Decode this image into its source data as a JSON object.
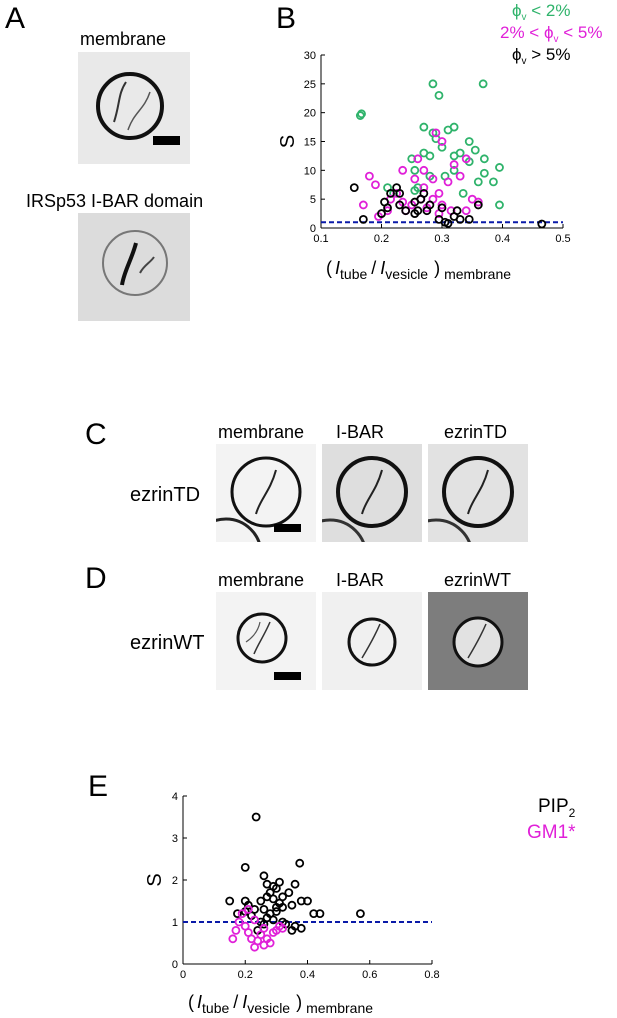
{
  "panel_letters": {
    "a": "A",
    "b": "B",
    "c": "C",
    "d": "D",
    "e": "E"
  },
  "panel_a": {
    "membrane_label": "membrane",
    "protein_label": "IRSp53 I-BAR domain"
  },
  "panel_c": {
    "row_label": "ezrinTD",
    "col1": "membrane",
    "col2": "I-BAR",
    "col3": "ezrinTD"
  },
  "panel_d": {
    "row_label": "ezrinWT",
    "col1": "membrane",
    "col2": "I-BAR",
    "col3": "ezrinWT"
  },
  "colors": {
    "green": "#2fb36b",
    "magenta": "#e020d8",
    "black": "#000000",
    "reference_line": "#0a1aa8"
  },
  "chart_data": [
    {
      "type": "scatter",
      "ylabel": "S",
      "xlabel_text": {
        "open": "(",
        "i1": "I",
        "sub1": "tube",
        "slash": "/",
        "i2": "I",
        "sub2": "vesicle",
        "close": ")",
        "suffix": "membrane"
      },
      "xlim": [
        0.1,
        0.5
      ],
      "ylim": [
        0,
        30
      ],
      "xticks": [
        "0.1",
        "0.2",
        "0.3",
        "0.4",
        "0.5"
      ],
      "yticks": [
        "0",
        "5",
        "10",
        "15",
        "20",
        "25",
        "30"
      ],
      "reference_line_y": 1,
      "legend": [
        {
          "phi": "ϕ",
          "sub": "v",
          "text": " < 2%",
          "color": "#2fb36b"
        },
        {
          "pre": "2% < ",
          "phi": "ϕ",
          "sub": "v",
          "text": " < 5%",
          "color": "#e020d8"
        },
        {
          "phi": "ϕ",
          "sub": "v",
          "text": " > 5%",
          "color": "#000000"
        }
      ],
      "series": [
        {
          "color": "#2fb36b",
          "points": [
            [
              0.165,
              19.5
            ],
            [
              0.167,
              19.8
            ],
            [
              0.285,
              25
            ],
            [
              0.295,
              23
            ],
            [
              0.368,
              25
            ],
            [
              0.27,
              17.5
            ],
            [
              0.285,
              16.5
            ],
            [
              0.31,
              17
            ],
            [
              0.32,
              17.5
            ],
            [
              0.29,
              15.5
            ],
            [
              0.27,
              13
            ],
            [
              0.3,
              14
            ],
            [
              0.28,
              12.5
            ],
            [
              0.32,
              12.5
            ],
            [
              0.33,
              13
            ],
            [
              0.345,
              15
            ],
            [
              0.355,
              13.5
            ],
            [
              0.345,
              11.5
            ],
            [
              0.37,
              12
            ],
            [
              0.37,
              9.5
            ],
            [
              0.385,
              8
            ],
            [
              0.395,
              10.5
            ],
            [
              0.395,
              4
            ],
            [
              0.36,
              8
            ],
            [
              0.32,
              10
            ],
            [
              0.305,
              9
            ],
            [
              0.335,
              6
            ],
            [
              0.25,
              12
            ],
            [
              0.255,
              10
            ],
            [
              0.28,
              9
            ],
            [
              0.26,
              7
            ],
            [
              0.21,
              7
            ],
            [
              0.22,
              6
            ],
            [
              0.255,
              6.5
            ]
          ]
        },
        {
          "color": "#e020d8",
          "points": [
            [
              0.29,
              16.5
            ],
            [
              0.3,
              15
            ],
            [
              0.32,
              11
            ],
            [
              0.34,
              12
            ],
            [
              0.26,
              12
            ],
            [
              0.27,
              10
            ],
            [
              0.235,
              10
            ],
            [
              0.255,
              8.5
            ],
            [
              0.285,
              8.5
            ],
            [
              0.31,
              8
            ],
            [
              0.33,
              9
            ],
            [
              0.27,
              7
            ],
            [
              0.295,
              6
            ],
            [
              0.285,
              5
            ],
            [
              0.3,
              4
            ],
            [
              0.315,
              3
            ],
            [
              0.18,
              9
            ],
            [
              0.19,
              7.5
            ],
            [
              0.17,
              4
            ],
            [
              0.195,
              2
            ],
            [
              0.21,
              3
            ],
            [
              0.215,
              5
            ],
            [
              0.225,
              6
            ],
            [
              0.235,
              4.5
            ],
            [
              0.24,
              3
            ],
            [
              0.25,
              4
            ],
            [
              0.265,
              5
            ],
            [
              0.275,
              3.5
            ],
            [
              0.295,
              2.5
            ],
            [
              0.35,
              5
            ],
            [
              0.36,
              4.5
            ],
            [
              0.34,
              3
            ]
          ]
        },
        {
          "color": "#000000",
          "points": [
            [
              0.155,
              7
            ],
            [
              0.17,
              1.5
            ],
            [
              0.21,
              3.5
            ],
            [
              0.205,
              4.5
            ],
            [
              0.215,
              6
            ],
            [
              0.225,
              7
            ],
            [
              0.23,
              6
            ],
            [
              0.24,
              3
            ],
            [
              0.255,
              4.5
            ],
            [
              0.26,
              3
            ],
            [
              0.255,
              2.5
            ],
            [
              0.265,
              5
            ],
            [
              0.27,
              6
            ],
            [
              0.28,
              4
            ],
            [
              0.295,
              1.5
            ],
            [
              0.305,
              1
            ],
            [
              0.3,
              3.5
            ],
            [
              0.32,
              2
            ],
            [
              0.325,
              3
            ],
            [
              0.33,
              1.5
            ],
            [
              0.31,
              0.8
            ],
            [
              0.345,
              1.5
            ],
            [
              0.36,
              4
            ],
            [
              0.465,
              0.7
            ],
            [
              0.23,
              4
            ],
            [
              0.275,
              3
            ],
            [
              0.2,
              2.5
            ]
          ]
        }
      ]
    },
    {
      "type": "scatter",
      "ylabel": "S",
      "xlabel_text": {
        "open": "(",
        "i1": "I",
        "sub1": "tube",
        "slash": "/",
        "i2": "I",
        "sub2": "vesicle",
        "close": ")",
        "suffix": "membrane"
      },
      "xlim": [
        0,
        0.8
      ],
      "ylim": [
        0,
        4
      ],
      "xticks": [
        "0",
        "0.2",
        "0.4",
        "0.6",
        "0.8"
      ],
      "yticks": [
        "0",
        "1",
        "2",
        "3",
        "4"
      ],
      "reference_line_y": 1,
      "legend": [
        {
          "text": "PIP",
          "sub": "2",
          "color": "#000000"
        },
        {
          "text": "GM1*",
          "color": "#e020d8"
        }
      ],
      "series": [
        {
          "color": "#000000",
          "points": [
            [
              0.235,
              3.5
            ],
            [
              0.375,
              2.4
            ],
            [
              0.2,
              2.3
            ],
            [
              0.15,
              1.5
            ],
            [
              0.175,
              1.2
            ],
            [
              0.2,
              1.5
            ],
            [
              0.21,
              1.4
            ],
            [
              0.23,
              1.3
            ],
            [
              0.26,
              1.3
            ],
            [
              0.27,
              1.6
            ],
            [
              0.28,
              1.7
            ],
            [
              0.29,
              1.55
            ],
            [
              0.3,
              1.8
            ],
            [
              0.31,
              1.95
            ],
            [
              0.32,
              1.6
            ],
            [
              0.34,
              1.7
            ],
            [
              0.35,
              1.4
            ],
            [
              0.36,
              1.9
            ],
            [
              0.38,
              1.5
            ],
            [
              0.4,
              1.5
            ],
            [
              0.42,
              1.2
            ],
            [
              0.44,
              1.2
            ],
            [
              0.57,
              1.2
            ],
            [
              0.26,
              2.1
            ],
            [
              0.27,
              1.9
            ],
            [
              0.29,
              1.85
            ],
            [
              0.31,
              1.45
            ],
            [
              0.32,
              1.35
            ],
            [
              0.3,
              1.25
            ],
            [
              0.28,
              1.2
            ],
            [
              0.27,
              1.1
            ],
            [
              0.25,
              1.0
            ],
            [
              0.24,
              0.8
            ],
            [
              0.26,
              0.95
            ],
            [
              0.29,
              1.05
            ],
            [
              0.32,
              1.0
            ],
            [
              0.33,
              0.95
            ],
            [
              0.35,
              0.8
            ],
            [
              0.36,
              0.9
            ],
            [
              0.38,
              0.85
            ],
            [
              0.22,
              1.15
            ],
            [
              0.2,
              1.25
            ],
            [
              0.25,
              1.5
            ],
            [
              0.3,
              1.35
            ]
          ]
        },
        {
          "color": "#e020d8",
          "points": [
            [
              0.16,
              0.6
            ],
            [
              0.17,
              0.8
            ],
            [
              0.18,
              1.0
            ],
            [
              0.19,
              1.2
            ],
            [
              0.2,
              0.9
            ],
            [
              0.21,
              1.3
            ],
            [
              0.22,
              0.6
            ],
            [
              0.23,
              0.4
            ],
            [
              0.24,
              0.55
            ],
            [
              0.25,
              0.7
            ],
            [
              0.26,
              0.85
            ],
            [
              0.27,
              0.6
            ],
            [
              0.28,
              0.5
            ],
            [
              0.29,
              0.75
            ],
            [
              0.3,
              0.8
            ],
            [
              0.31,
              0.9
            ],
            [
              0.32,
              0.85
            ],
            [
              0.23,
              1.05
            ],
            [
              0.21,
              0.75
            ],
            [
              0.26,
              0.45
            ]
          ]
        }
      ]
    }
  ]
}
